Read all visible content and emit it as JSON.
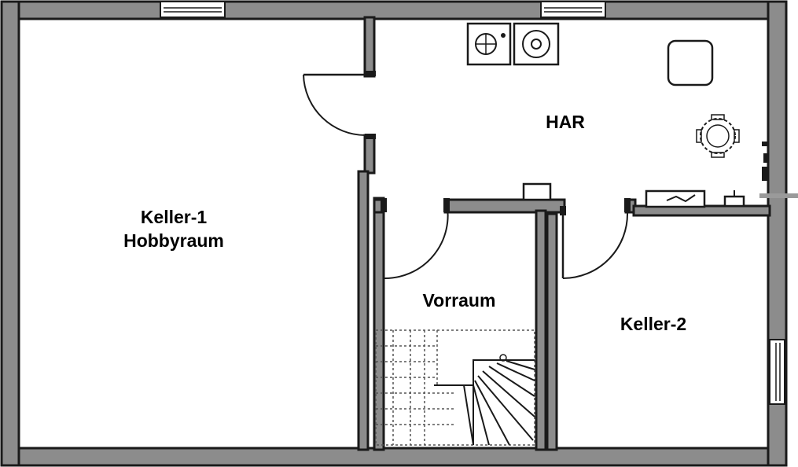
{
  "rooms": {
    "keller1_line1": "Keller-1",
    "keller1_line2": "Hobbyraum",
    "har": "HAR",
    "vorraum": "Vorraum",
    "keller2": "Keller-2"
  },
  "colors": {
    "wall_fill": "#8c8c8c",
    "wall_outline": "#1a1a1a",
    "background": "#ffffff"
  },
  "icons": [
    "washing-machine-icon",
    "dryer-icon",
    "boiler-icon",
    "table-chairs-icon",
    "door-swing-icon",
    "window-icon",
    "staircase-icon"
  ]
}
